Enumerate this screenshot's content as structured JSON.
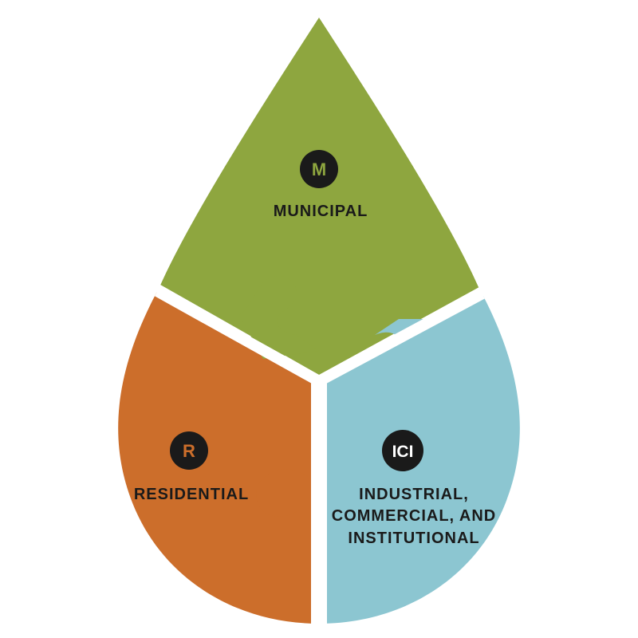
{
  "colors": {
    "municipal": "#8ea63f",
    "residential": "#cc6e2b",
    "ici": "#8cc6d1",
    "badge": "#1a1a1a",
    "label": "#1a1a1a",
    "separator": "#ffffff"
  },
  "segments": {
    "municipal": {
      "badge": "M",
      "label": "MUNICIPAL"
    },
    "residential": {
      "badge": "R",
      "label": "RESIDENTIAL"
    },
    "ici": {
      "badge": "ICI",
      "label_lines": [
        "INDUSTRIAL,",
        "COMMERCIAL, AND",
        "INSTITUTIONAL"
      ]
    }
  }
}
